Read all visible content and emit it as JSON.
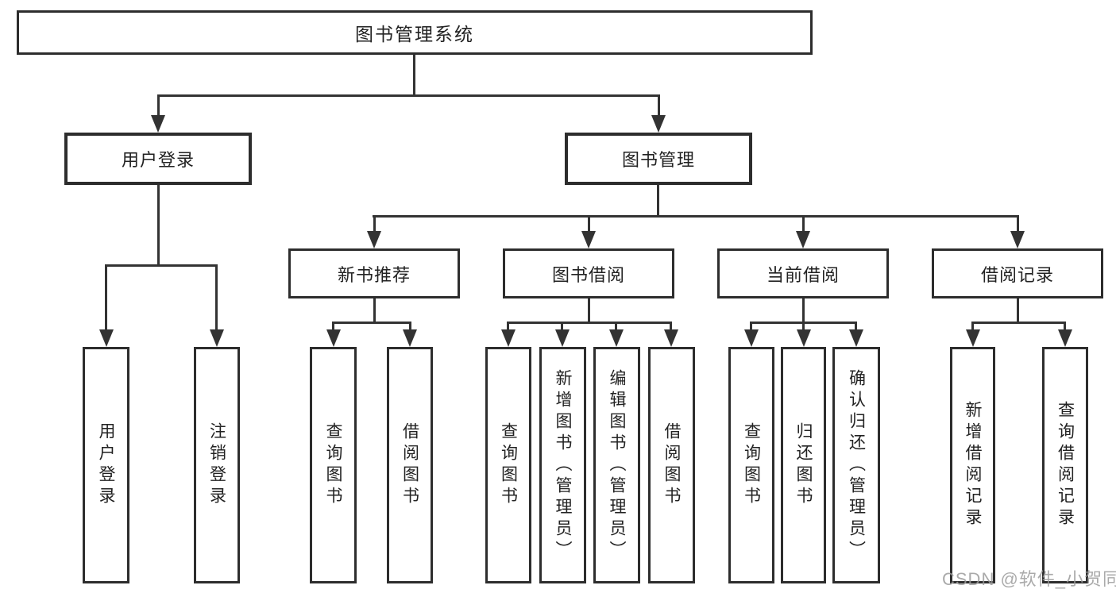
{
  "tree": {
    "label": "图书管理系统",
    "children": [
      {
        "label": "用户登录",
        "children": [
          {
            "label": "用户登录"
          },
          {
            "label": "注销登录"
          }
        ]
      },
      {
        "label": "图书管理",
        "children": [
          {
            "label": "新书推荐",
            "children": [
              {
                "label": "查询图书"
              },
              {
                "label": "借阅图书"
              }
            ]
          },
          {
            "label": "图书借阅",
            "children": [
              {
                "label": "查询图书"
              },
              {
                "label": "新增图书（管理员）"
              },
              {
                "label": "编辑图书（管理员）"
              },
              {
                "label": "借阅图书"
              }
            ]
          },
          {
            "label": "当前借阅",
            "children": [
              {
                "label": "查询图书"
              },
              {
                "label": "归还图书"
              },
              {
                "label": "确认归还（管理员）"
              }
            ]
          },
          {
            "label": "借阅记录",
            "children": [
              {
                "label": "新增借阅记录"
              },
              {
                "label": "查询借阅记录"
              }
            ]
          }
        ]
      }
    ]
  },
  "watermark": {
    "text": "CSDN @软件_小贺同学"
  },
  "colors": {
    "line": "#333333",
    "border": "#2d2d2d",
    "text": "#222222",
    "watermark": "#9c9c9c",
    "background": "#ffffff"
  }
}
